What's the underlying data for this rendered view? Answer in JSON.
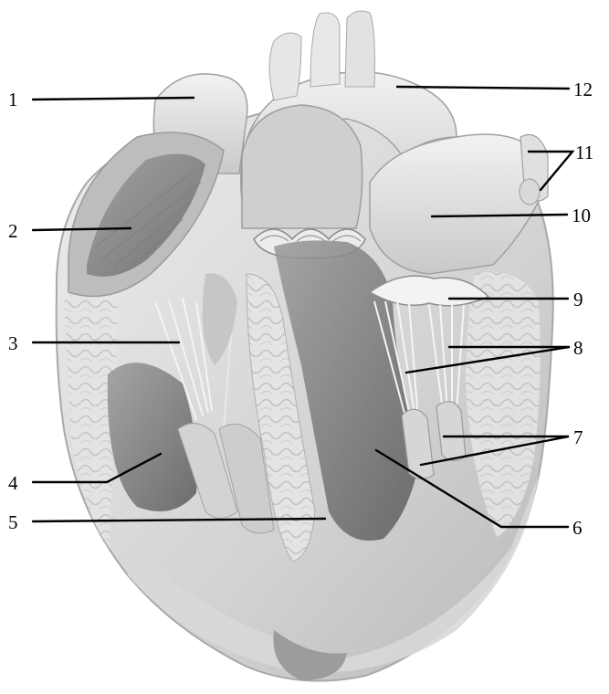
{
  "figure": {
    "colors": {
      "background": "#ffffff",
      "tissue_light": "#e6e6e6",
      "tissue_mid": "#c4c4c4",
      "tissue_dark": "#8a8a8a",
      "cavity_dark": "#5e5e5e",
      "leader_line": "#000000"
    },
    "labels": [
      {
        "id": "1",
        "text": "1"
      },
      {
        "id": "2",
        "text": "2"
      },
      {
        "id": "3",
        "text": "3"
      },
      {
        "id": "4",
        "text": "4"
      },
      {
        "id": "5",
        "text": "5"
      },
      {
        "id": "6",
        "text": "6"
      },
      {
        "id": "7",
        "text": "7"
      },
      {
        "id": "8",
        "text": "8"
      },
      {
        "id": "9",
        "text": "9"
      },
      {
        "id": "10",
        "text": "10"
      },
      {
        "id": "11",
        "text": "11"
      },
      {
        "id": "12",
        "text": "12"
      }
    ]
  }
}
